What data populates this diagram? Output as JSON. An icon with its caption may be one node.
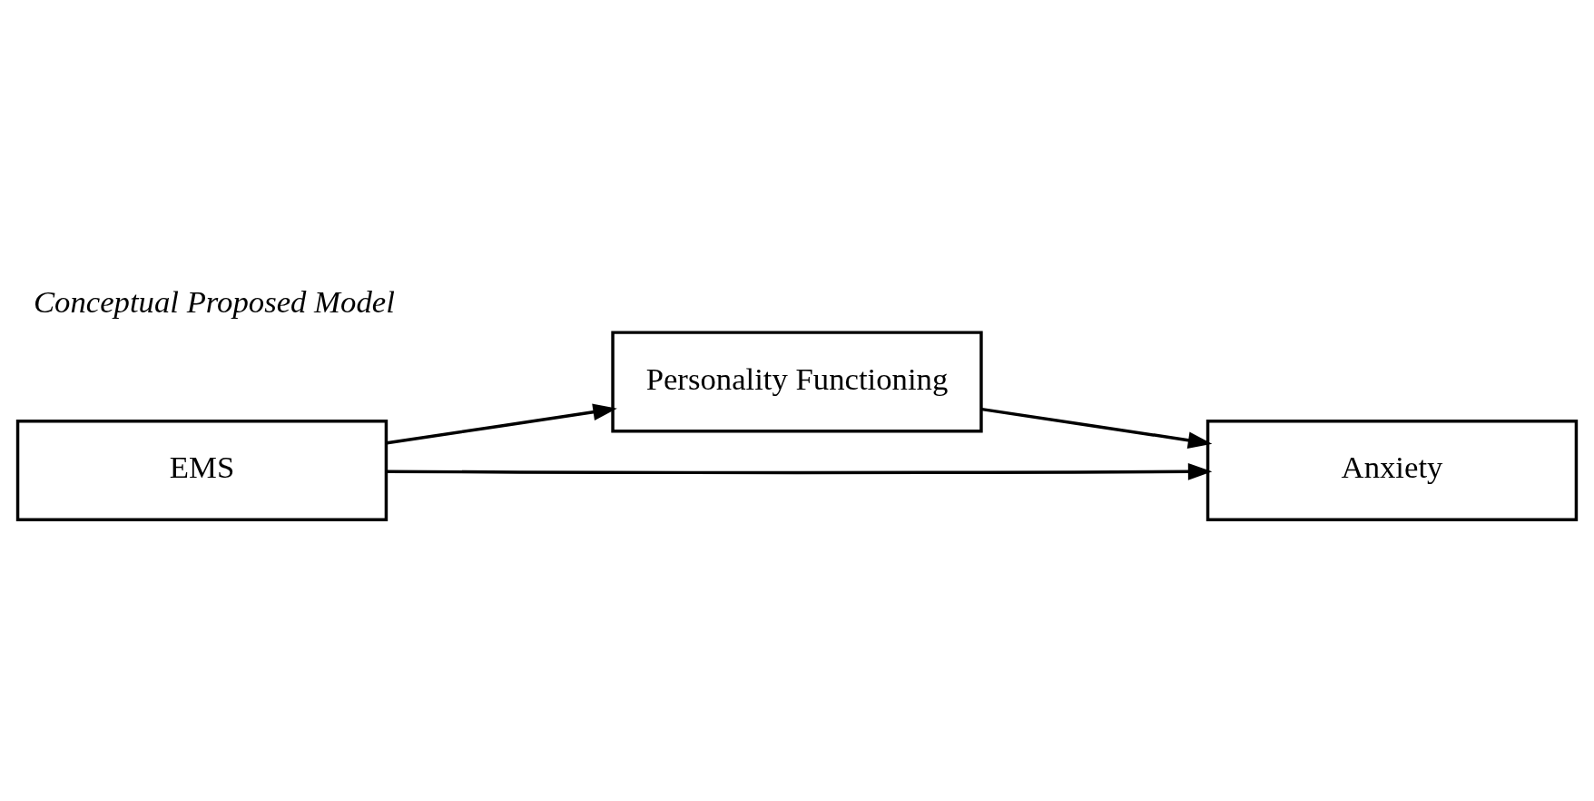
{
  "diagram": {
    "title": "Conceptual Proposed Model",
    "nodes": [
      {
        "text": [
          "EMS"
        ]
      },
      {
        "text": [
          "Personality Functioning"
        ]
      },
      {
        "text": [
          "Anxiety"
        ]
      }
    ],
    "edges": [
      {
        "from": 0,
        "to": 1,
        "arrow": "to"
      },
      {
        "from": 1,
        "to": 2,
        "arrow": "to"
      },
      {
        "from": 0,
        "to": 2,
        "arrow": "to"
      }
    ]
  }
}
